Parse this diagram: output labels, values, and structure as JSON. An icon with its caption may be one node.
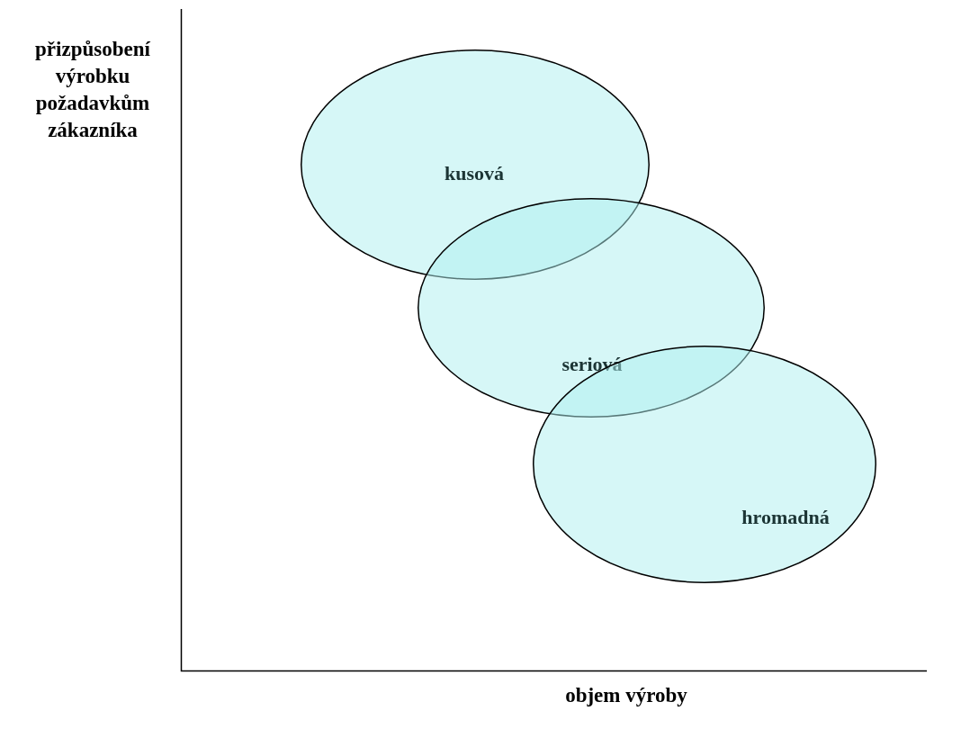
{
  "diagram": {
    "nodes": [
      {
        "text": [
          "kusová"
        ]
      },
      {
        "text": [
          "seriová"
        ]
      },
      {
        "text": [
          "hromadná"
        ]
      }
    ],
    "labels": [
      "přizpůsobení výrobku požadavkům zákazníka",
      "objem výroby"
    ]
  }
}
